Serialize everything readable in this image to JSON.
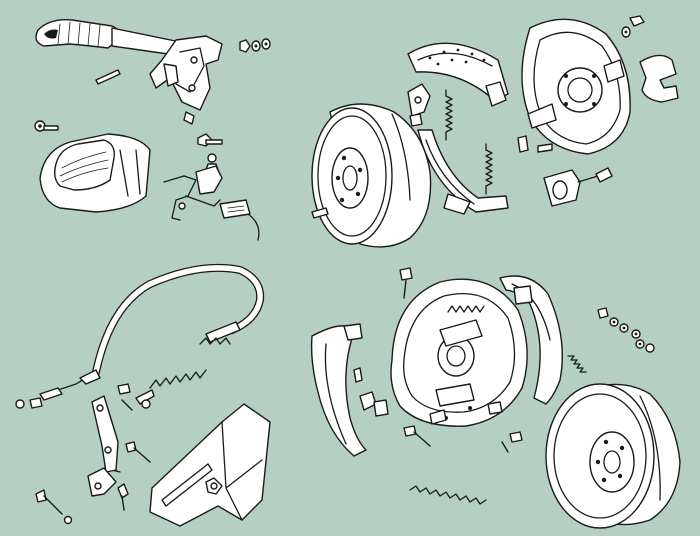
{
  "background_color": "#b5cfc2",
  "line_color": "#1a1a1a",
  "fill_color": "#ffffff",
  "groups": [
    {
      "id": "handbrake-lever-assembly",
      "parts": [
        "lever-grip",
        "lever-bracket",
        "gaiter",
        "warning-switch",
        "bolts",
        "washers"
      ]
    },
    {
      "id": "rear-drum-brake-upper",
      "parts": [
        "brake-drum",
        "brake-shoe",
        "backing-plate",
        "return-springs",
        "wheel-cylinder",
        "adjuster"
      ]
    },
    {
      "id": "handbrake-cable-assembly",
      "parts": [
        "cable",
        "equalizer-link",
        "mounting-bracket",
        "clevis-pins"
      ]
    },
    {
      "id": "rear-drum-brake-lower",
      "parts": [
        "brake-shoe",
        "backing-plate",
        "brake-drum",
        "return-spring",
        "bolts",
        "washers"
      ]
    }
  ]
}
